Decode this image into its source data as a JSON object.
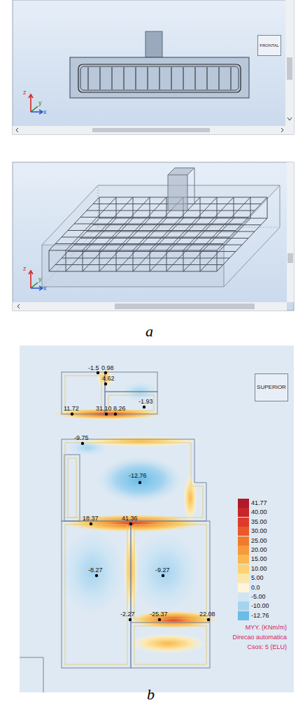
{
  "diagram": {
    "nodes": [
      {
        "text": [
          "FRONTAL"
        ]
      },
      {
        "text": [
          "SUPERIOR"
        ]
      }
    ],
    "labels": [
      "z",
      "y",
      "x",
      "z",
      "y",
      "x",
      "a",
      "-1.5",
      "0.98",
      "4.62",
      "11.72",
      "31.10",
      "8.26",
      "-1.93",
      "-9.75",
      "-12.76",
      "18.37",
      "41.36",
      "-8.27",
      "-9.27",
      "-2.27",
      "-25.37",
      "22.08",
      "MYY. (KNm/m)",
      "Direcao automatica",
      "Csos: 5 (ELU)",
      "b"
    ],
    "legend": [
      {
        "text": "41.77",
        "color": "#b11a28"
      },
      {
        "text": "40.00",
        "color": "#c8242a"
      },
      {
        "text": "35.00",
        "color": "#dc3b2a"
      },
      {
        "text": "30.00",
        "color": "#e9582b"
      },
      {
        "text": "25.00",
        "color": "#f27a2c"
      },
      {
        "text": "20.00",
        "color": "#f79a3c"
      },
      {
        "text": "15.00",
        "color": "#f9b94f"
      },
      {
        "text": "10.00",
        "color": "#fbd272"
      },
      {
        "text": "5.00",
        "color": "#fde7a8"
      },
      {
        "text": "0.0",
        "color": "#fff5da"
      },
      {
        "text": "-5.00",
        "color": "#cfe5f4"
      },
      {
        "text": "-10.00",
        "color": "#a5d4ef"
      },
      {
        "text": "-12.76",
        "color": "#69bde8"
      }
    ]
  }
}
